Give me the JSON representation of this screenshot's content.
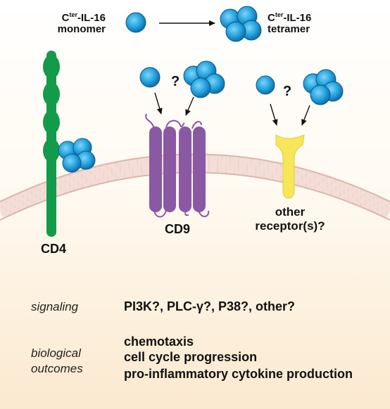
{
  "legend": {
    "ligand_prefix": "C",
    "ligand_sup": "ter",
    "ligand_suffix": "-IL-16",
    "monomer_label": "monomer",
    "tetramer_label": "tetramer"
  },
  "receptors": {
    "cd4": "CD4",
    "cd9": "CD9",
    "other_line1": "other",
    "other_line2": "receptor(s)?",
    "question_mark": "?"
  },
  "signaling": {
    "label": "signaling",
    "text": "PI3K?, PLC-γ?, P38?, other?"
  },
  "outcomes": {
    "label_line1": "biological",
    "label_line2": "outcomes",
    "items": [
      "chemotaxis",
      "cell cycle progression",
      "pro-inflammatory cytokine production"
    ]
  },
  "colors": {
    "ligand": "#1e9ad6",
    "cd4": "#139a4a",
    "cd9": "#8b59a3",
    "other_receptor": "#f7e65a",
    "membrane": "#e9c9c0"
  }
}
